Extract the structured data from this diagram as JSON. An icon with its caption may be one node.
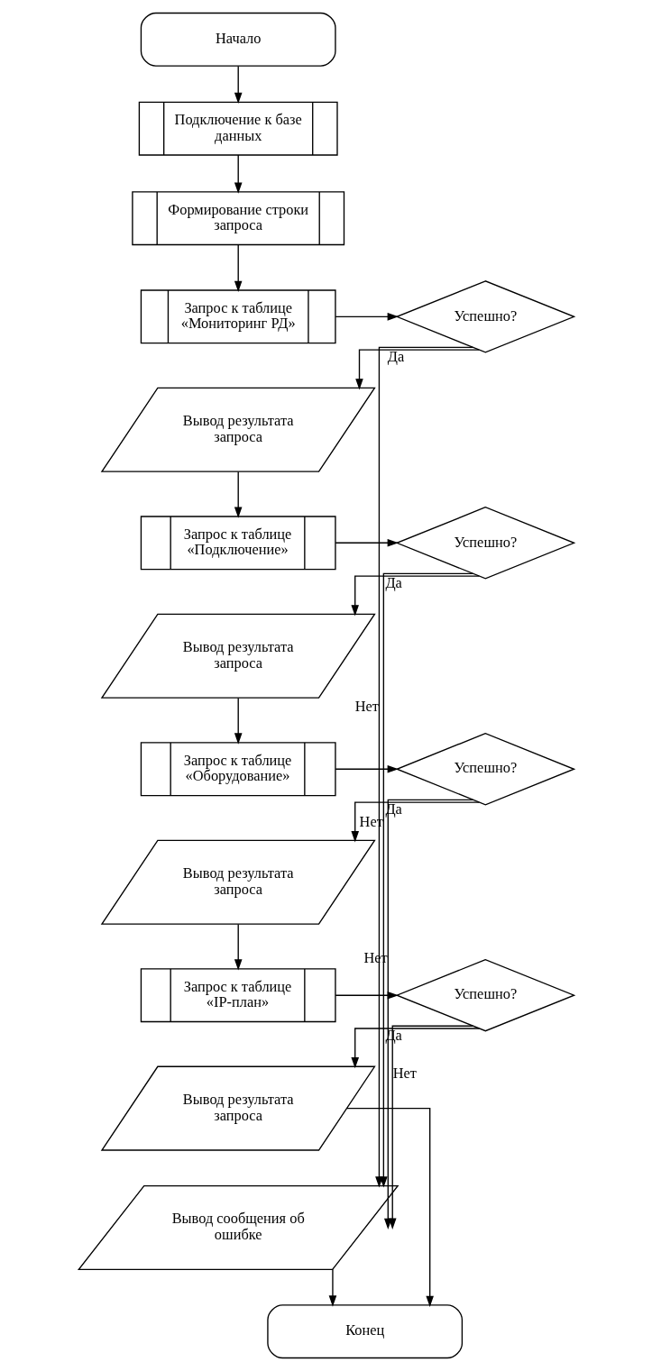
{
  "diagram": {
    "nodes": [
      {
        "text": [
          "Начало"
        ]
      },
      {
        "text": [
          "Подключение к базе данных"
        ]
      },
      {
        "text": [
          "Формирование строки запроса"
        ]
      },
      {
        "text": [
          "Запрос к таблице «Мониторинг РД»"
        ]
      },
      {
        "text": [
          "Успешно?"
        ]
      },
      {
        "text": [
          "Вывод результата запроса"
        ]
      },
      {
        "text": [
          "Запрос к таблице «Подключение»"
        ]
      },
      {
        "text": [
          "Успешно?"
        ]
      },
      {
        "text": [
          "Вывод результата запроса"
        ]
      },
      {
        "text": [
          "Запрос к таблице «Оборудование»"
        ]
      },
      {
        "text": [
          "Успешно?"
        ]
      },
      {
        "text": [
          "Вывод результата запроса"
        ]
      },
      {
        "text": [
          "Запрос к таблице «IP-план»"
        ]
      },
      {
        "text": [
          "Успешно?"
        ]
      },
      {
        "text": [
          "Вывод результата запроса"
        ]
      },
      {
        "text": [
          "Вывод сообщения об ошибке"
        ]
      },
      {
        "text": [
          "Конец"
        ]
      }
    ],
    "edges": [
      {
        "from": 0,
        "to": 1,
        "arrow": "to"
      },
      {
        "from": 1,
        "to": 2,
        "arrow": "to"
      },
      {
        "from": 2,
        "to": 3,
        "arrow": "to"
      },
      {
        "from": 3,
        "to": 4,
        "arrow": "to"
      },
      {
        "from": 4,
        "to": 5,
        "arrow": "to",
        "label": "Да"
      },
      {
        "from": 4,
        "to": 15,
        "arrow": "to",
        "label": "Нет"
      },
      {
        "from": 5,
        "to": 6,
        "arrow": "to"
      },
      {
        "from": 6,
        "to": 7,
        "arrow": "to"
      },
      {
        "from": 7,
        "to": 8,
        "arrow": "to",
        "label": "Да"
      },
      {
        "from": 7,
        "to": 15,
        "arrow": "to",
        "label": "Нет"
      },
      {
        "from": 8,
        "to": 9,
        "arrow": "to"
      },
      {
        "from": 9,
        "to": 10,
        "arrow": "to"
      },
      {
        "from": 10,
        "to": 11,
        "arrow": "to",
        "label": "Да"
      },
      {
        "from": 10,
        "to": 15,
        "arrow": "to",
        "label": "Нет"
      },
      {
        "from": 11,
        "to": 12,
        "arrow": "to"
      },
      {
        "from": 12,
        "to": 13,
        "arrow": "to"
      },
      {
        "from": 13,
        "to": 14,
        "arrow": "to",
        "label": "Да"
      },
      {
        "from": 13,
        "to": 15,
        "arrow": "to",
        "label": "Нет"
      },
      {
        "from": 14,
        "to": 16,
        "arrow": "to"
      },
      {
        "from": 15,
        "to": 16,
        "arrow": "to"
      }
    ]
  }
}
